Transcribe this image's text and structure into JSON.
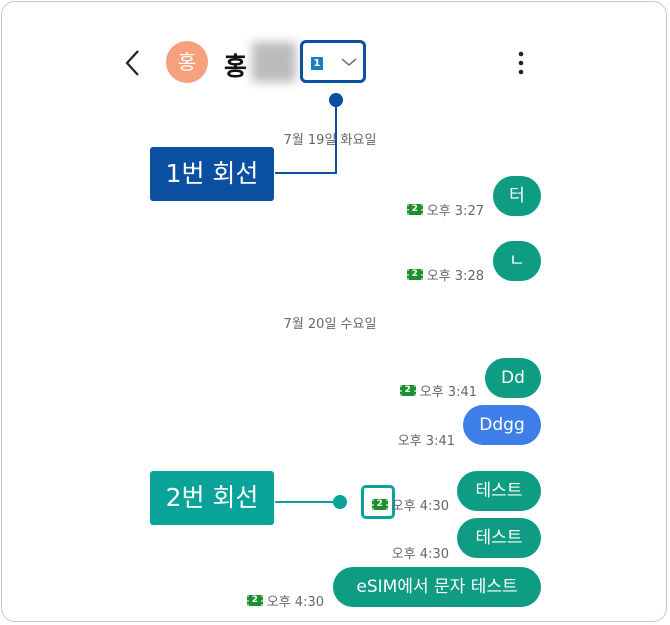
{
  "header": {
    "avatar_letter": "홍",
    "name": "홍",
    "selected_sim": "1"
  },
  "annotations": {
    "line1": "1번 회선",
    "line2": "2번 회선"
  },
  "colors": {
    "accent_blue": "#0b4fa0",
    "accent_teal": "#0aa39a",
    "bubble_green": "#0e9c82",
    "bubble_blue": "#3d7ee8"
  },
  "dates": [
    "7월 19일 화요일",
    "7월 20일 수요일"
  ],
  "messages": [
    {
      "text": "터",
      "time": "오후 3:27",
      "sim": "2"
    },
    {
      "text": "ㄴ",
      "time": "오후 3:28",
      "sim": "2"
    },
    {
      "text": "Dd",
      "time": "오후 3:41",
      "sim": "2"
    },
    {
      "text": "Ddgg",
      "time": "오후 3:41"
    },
    {
      "text": "테스트",
      "time": "오후 4:30",
      "sim": "2"
    },
    {
      "text": "테스트",
      "time": "오후 4:30"
    },
    {
      "text": "eSIM에서 문자 테스트",
      "time": "오후 4:30",
      "sim": "2"
    }
  ]
}
